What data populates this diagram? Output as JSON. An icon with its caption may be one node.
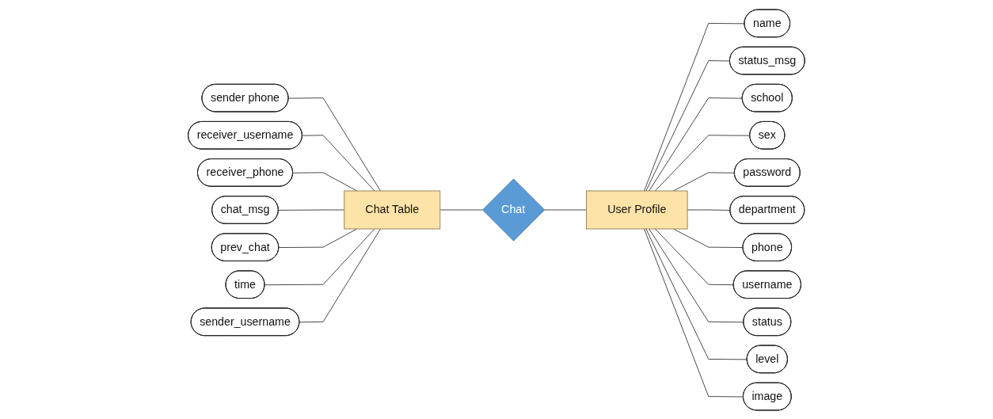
{
  "diagram": {
    "nodes": [
      {
        "text": [
          "sender phone"
        ]
      },
      {
        "text": [
          "receiver_username"
        ]
      },
      {
        "text": [
          "receiver_phone"
        ]
      },
      {
        "text": [
          "chat_msg"
        ]
      },
      {
        "text": [
          "prev_chat"
        ]
      },
      {
        "text": [
          "time"
        ]
      },
      {
        "text": [
          "sender_username"
        ]
      },
      {
        "text": [
          "Chat Table"
        ]
      },
      {
        "text": [
          "Chat"
        ]
      },
      {
        "text": [
          "User Profile"
        ]
      },
      {
        "text": [
          "name"
        ]
      },
      {
        "text": [
          "status_msg"
        ]
      },
      {
        "text": [
          "school"
        ]
      },
      {
        "text": [
          "sex"
        ]
      },
      {
        "text": [
          "password"
        ]
      },
      {
        "text": [
          "department"
        ]
      },
      {
        "text": [
          "phone"
        ]
      },
      {
        "text": [
          "username"
        ]
      },
      {
        "text": [
          "status"
        ]
      },
      {
        "text": [
          "level"
        ]
      },
      {
        "text": [
          "image"
        ]
      }
    ],
    "edges": [
      {
        "from": 0,
        "to": 7,
        "arrow": "none"
      },
      {
        "from": 1,
        "to": 7,
        "arrow": "none"
      },
      {
        "from": 2,
        "to": 7,
        "arrow": "none"
      },
      {
        "from": 3,
        "to": 7,
        "arrow": "none"
      },
      {
        "from": 4,
        "to": 7,
        "arrow": "none"
      },
      {
        "from": 5,
        "to": 7,
        "arrow": "none"
      },
      {
        "from": 6,
        "to": 7,
        "arrow": "none"
      },
      {
        "from": 7,
        "to": 8,
        "arrow": "none"
      },
      {
        "from": 8,
        "to": 9,
        "arrow": "none"
      },
      {
        "from": 9,
        "to": 10,
        "arrow": "none"
      },
      {
        "from": 9,
        "to": 11,
        "arrow": "none"
      },
      {
        "from": 9,
        "to": 12,
        "arrow": "none"
      },
      {
        "from": 9,
        "to": 13,
        "arrow": "none"
      },
      {
        "from": 9,
        "to": 14,
        "arrow": "none"
      },
      {
        "from": 9,
        "to": 15,
        "arrow": "none"
      },
      {
        "from": 9,
        "to": 16,
        "arrow": "none"
      },
      {
        "from": 9,
        "to": 17,
        "arrow": "none"
      },
      {
        "from": 9,
        "to": 18,
        "arrow": "none"
      },
      {
        "from": 9,
        "to": 19,
        "arrow": "none"
      },
      {
        "from": 9,
        "to": 20,
        "arrow": "none"
      }
    ]
  }
}
